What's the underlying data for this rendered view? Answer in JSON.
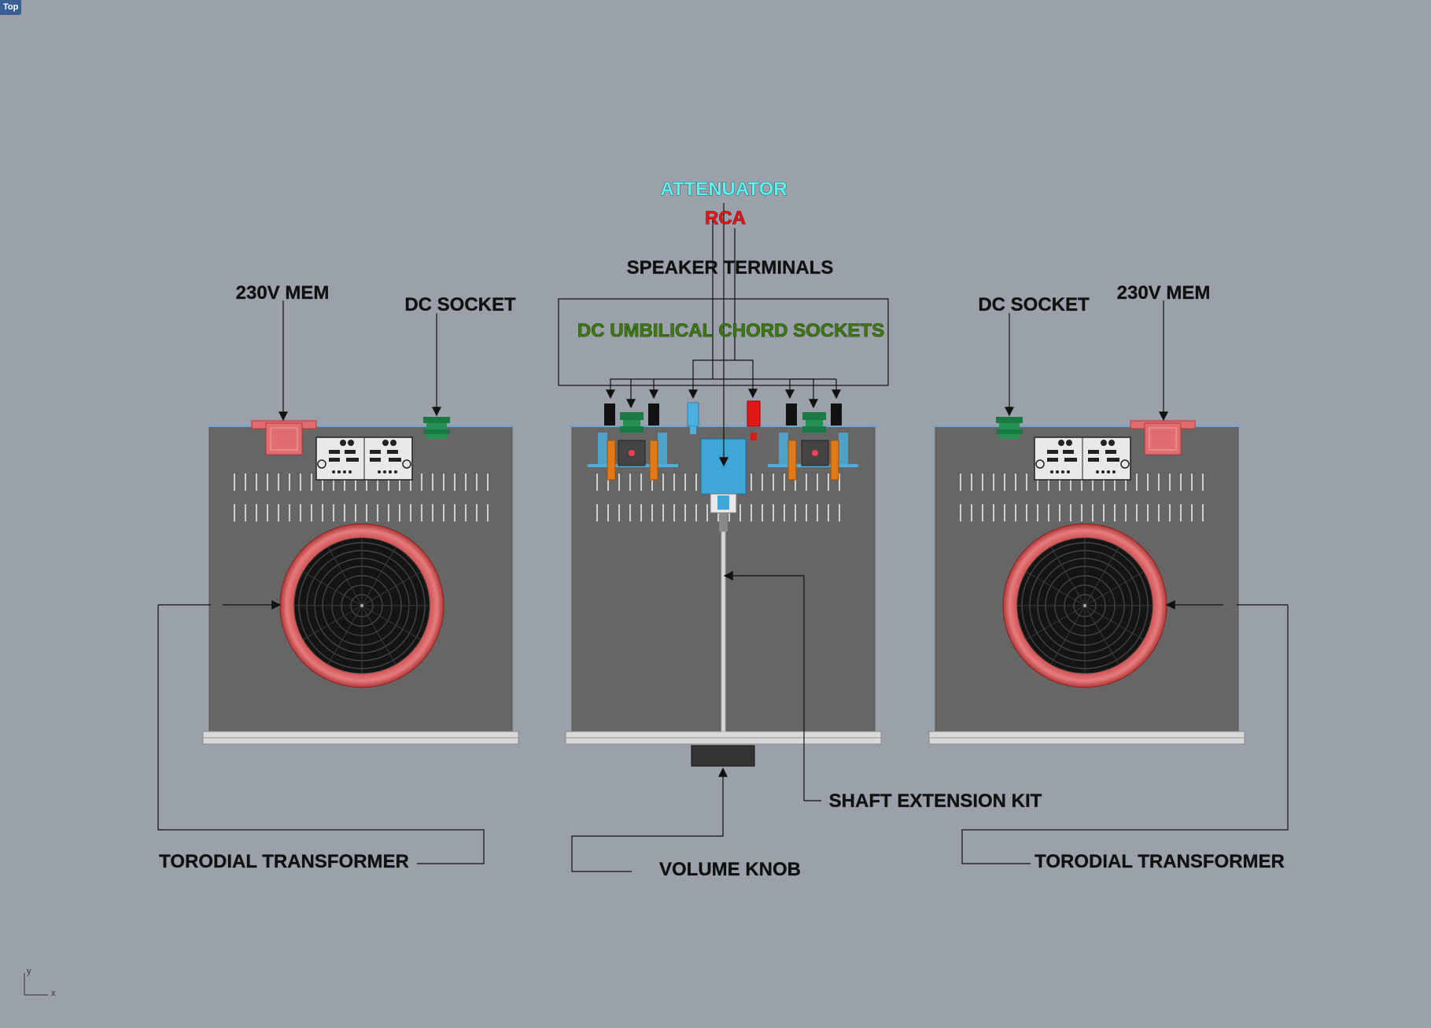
{
  "viewport": {
    "name": "Top"
  },
  "axis": {
    "x": "x",
    "y": "y"
  },
  "colors": {
    "background": "#9aa1ab",
    "chassis": "#666666",
    "attenuator": "#5ff2f2",
    "rca": "#ee1111",
    "dc_umbilical": "#3d7a0b",
    "label": "#111111",
    "toroid_ring": "#d85a5a",
    "terminal_orange": "#e07a18",
    "socket_green": "#1a7a44",
    "blue_part": "#3fa7d6"
  },
  "labels": {
    "attenuator": "ATTENUATOR",
    "rca": "RCA",
    "speaker_terminals": "SPEAKER TERMINALS",
    "dc_umbilical": "DC UMBILICAL CHORD SOCKETS",
    "mem_left": "230V MEM",
    "mem_right": "230V MEM",
    "dc_socket_left": "DC SOCKET",
    "dc_socket_right": "DC SOCKET",
    "shaft_extension": "SHAFT EXTENSION KIT",
    "volume_knob": "VOLUME KNOB",
    "toroid_left": "TORODIAL TRANSFORMER",
    "toroid_right": "TORODIAL TRANSFORMER"
  }
}
